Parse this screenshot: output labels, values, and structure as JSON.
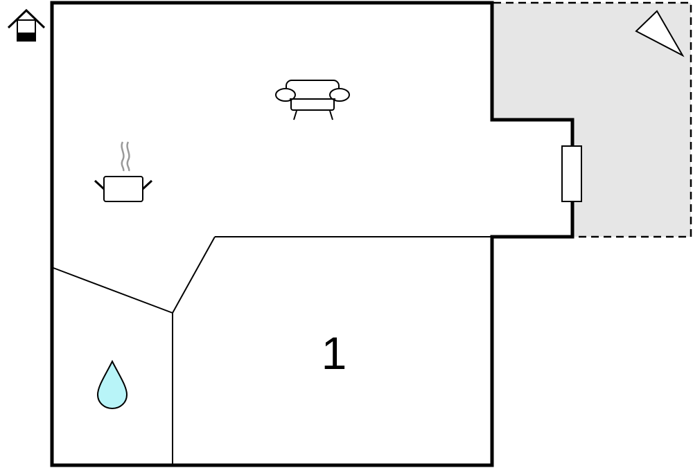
{
  "floor_plan": {
    "rooms": [
      {
        "id": "living-kitchen",
        "icon": "sofa-icon"
      },
      {
        "id": "kitchen",
        "icon": "cooking-pot-icon"
      },
      {
        "id": "bathroom",
        "icon": "water-drop-icon"
      },
      {
        "id": "bedroom",
        "label": "1"
      },
      {
        "id": "terrace",
        "icon": "compass-north-icon",
        "fill": "#e6e6e6"
      }
    ],
    "legend_icon": "house-floor-level-icon",
    "colors": {
      "wall": "#000000",
      "terrace": "#e6e6e6",
      "water": "#b8f4f8",
      "steam": "#999999"
    }
  }
}
